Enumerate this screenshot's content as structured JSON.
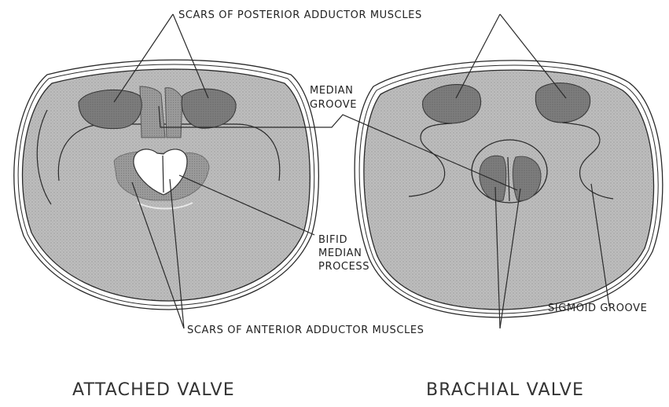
{
  "labels": {
    "posterior_scars": "SCARS OF POSTERIOR ADDUCTOR MUSCLES",
    "median_groove_line1": "MEDIAN",
    "median_groove_line2": "GROOVE",
    "bifid_line1": "BIFID",
    "bifid_line2": "MEDIAN",
    "bifid_line3": "PROCESS",
    "anterior_scars": "SCARS OF ANTERIOR ADDUCTOR MUSCLES",
    "sigmoid_groove": "SIGMOID GROOVE"
  },
  "captions": {
    "left": "ATTACHED VALVE",
    "right": "BRACHIAL VALVE"
  },
  "colors": {
    "shell_fill": "#b9b9b9",
    "scar_fill": "#7f7f7f",
    "anterior_scar_fill": "#999999",
    "ink": "#2a2a2a",
    "background": "#ffffff"
  }
}
